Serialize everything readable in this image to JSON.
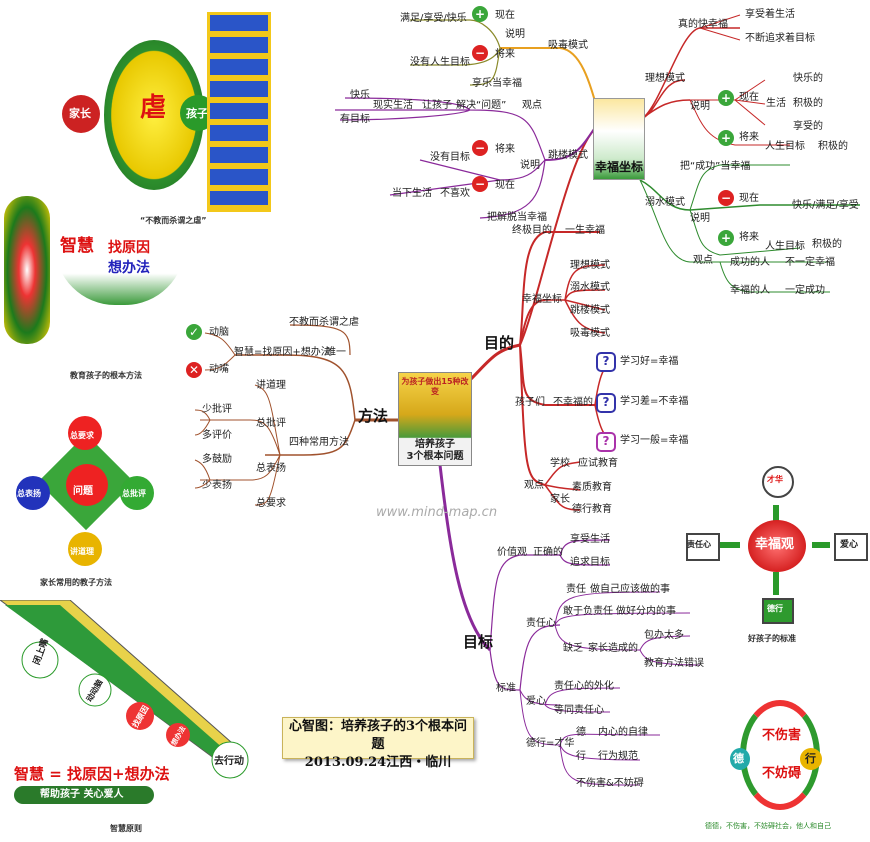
{
  "title_box": {
    "line1": "心智图：培养孩子的3个根本问题",
    "line2": "2013.09.24江西・临川"
  },
  "watermark": "www.mind-map.cn",
  "center": {
    "book_top": "为孩子做出15种改变",
    "label": "培养孩子\n3个根本问题"
  },
  "branches": {
    "purpose": "目的",
    "method": "方法",
    "goal": "目标"
  },
  "purpose_nodes": {
    "ultimate": "终极目的",
    "happy_life": "一生幸福",
    "happy_coord": "幸福坐标",
    "modes": [
      "理想模式",
      "溺水模式",
      "跳楼模式",
      "吸毒模式"
    ],
    "kids": "孩子们",
    "unhappy": "不幸福的",
    "study": [
      "学习好=幸福",
      "学习差=不幸福",
      "学习一般=幸福"
    ],
    "view": "观点",
    "school": "学校",
    "exam_edu": "应试教育",
    "parents": "家长",
    "quality_edu": "素质教育",
    "virtue_edu": "德行教育"
  },
  "happy_coordinate": {
    "label": "幸福坐标",
    "ideal": "理想模式",
    "ideal_true": "真的快幸福",
    "enjoy_life": "享受着生活",
    "pursue": "不断追求着目标",
    "explain": "说明",
    "now": "现在",
    "life": "生活",
    "happy": "快乐的",
    "active": "积极的",
    "enjoyable": "享受的",
    "future": "将来",
    "life_goal": "人生目标",
    "active2": "积极的",
    "drown": "溺水模式",
    "success_happy": "把“成功”当幸福",
    "drown_now_items": "快乐/满足/享受",
    "drown_future": "人生目标",
    "active3": "积极的",
    "viewpoint": "观点",
    "success_person": "成功的人",
    "not_happy": "不一定幸福",
    "happy_person": "幸福的人",
    "must_success": "一定成功",
    "ideal_now": "现在",
    "ideal_future": "将来",
    "drown_now": "现在",
    "drown_future_lbl": "将来",
    "drown_explain": "说明"
  },
  "drug_mode": {
    "label": "吸毒模式",
    "explain": "说明",
    "items": [
      "满足/享受/快乐",
      "现在",
      "没有人生目标",
      "将来",
      "享乐当幸福"
    ]
  },
  "jump_mode": {
    "label": "跳楼模式",
    "explain": "说明",
    "no_goal": "没有目标",
    "future": "将来",
    "now_life": "当下生活",
    "dislike": "不喜欢",
    "now": "现在",
    "solve_happy": "把解脱当幸福",
    "viewpoint": "观点",
    "happy": "快乐",
    "has_goal": "有目标",
    "reality": "现实生活",
    "let_kids": "让孩子",
    "solve": "解决“问题”"
  },
  "method_nodes": {
    "not_tired": "不教而杀谓之虐",
    "unique": "唯一",
    "wisdom": "智慧=找原因+想办法",
    "motivate": "动脑",
    "move": "动嘴",
    "four": "四种常用方法",
    "lecture": "讲道理",
    "criticize_total": "总批评",
    "less_criticize": "少批评",
    "more_eval": "多评价",
    "more_encourage": "多鼓励",
    "less_praise": "少表扬",
    "total_praise": "总表扬",
    "total_demand": "总要求"
  },
  "goal_nodes": {
    "values": "价值观",
    "correct": "正确的",
    "enjoy_life": "享受生活",
    "pursue_goal": "追求目标",
    "standard": "标准",
    "responsibility": "责任心",
    "duty": "责任",
    "own_job": "做自己应该做的事",
    "dare": "敢于负责任",
    "do_own": "做好分内的事",
    "lack": "缺乏",
    "parents_cause": "家长造成的",
    "too_much": "包办太多",
    "edu_mistake": "教育方法错误",
    "love": "爱心",
    "resp_ext": "责任心的外化",
    "same_resp": "等同责任心",
    "virtue": "德行=才华",
    "de": "德",
    "inner": "内心的自律",
    "xing": "行",
    "behavior": "行为规范",
    "no_harm": "不伤害&不妨碍"
  },
  "side_images": {
    "parent": "家长",
    "abuse": "虐",
    "child": "孩子",
    "abuse_caption": "“不教而杀谓之虐”",
    "wisdom_eq": "智慧",
    "find_cause": "找原因",
    "think_way": "想办法",
    "wisdom_caption": "教育孩子的根本方法",
    "diamond": [
      "总要求",
      "总表扬",
      "总批评",
      "讲道理",
      "问题"
    ],
    "diamond_caption": "家长常用的教子方法",
    "funnel_caption": "智慧原则",
    "funnel_slogan": "智慧 = 找原因+想办法",
    "funnel_sub": "帮助孩子 关心爱人",
    "funnel_items": [
      "闭上嘴",
      "动动脑",
      "找原因",
      "想办法",
      "去行动"
    ],
    "happy_view": "幸福观",
    "hv_items": [
      "才华",
      "责任心",
      "爱心",
      "德行"
    ],
    "hv_caption": "好孩子的标准",
    "harm": [
      "不伤害",
      "不妨碍",
      "德",
      "行"
    ],
    "harm_caption": "德德，不伤害，不妨碍社会，他人和自己"
  },
  "colors": {
    "red_line": "#c62828",
    "purple_line": "#8a2a9a",
    "orange_line": "#e8a020",
    "green_line": "#2e8b2e",
    "brown_line": "#a0522d",
    "olive_line": "#8a8a2a"
  }
}
